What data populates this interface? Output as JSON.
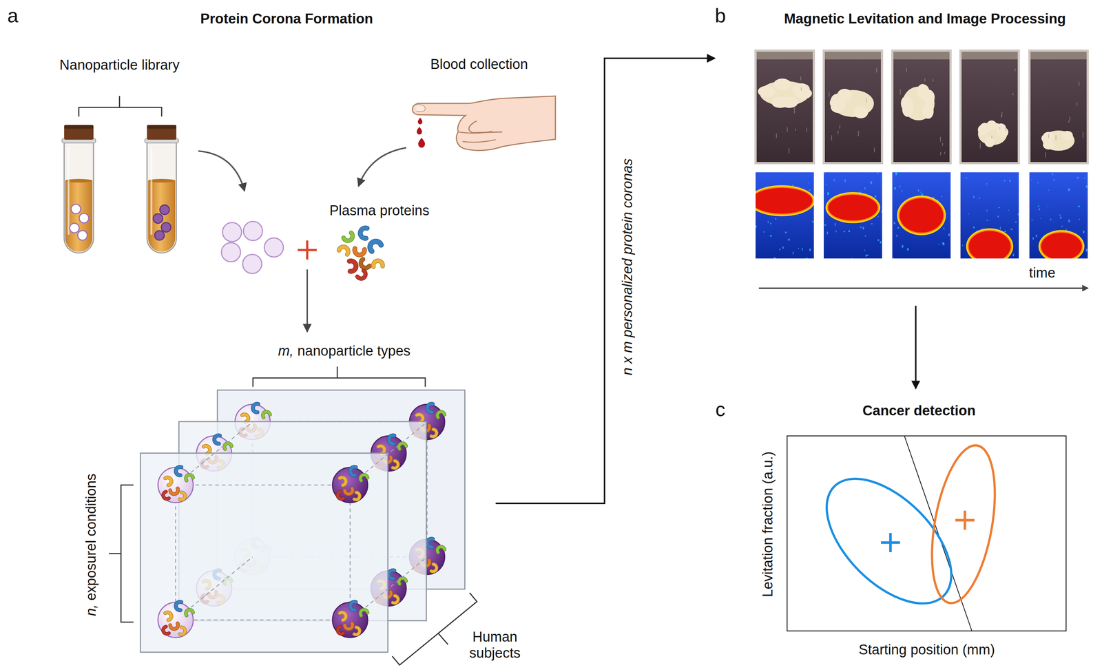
{
  "diagram": {
    "nodes": [
      {
        "text": [
          "m, nanoparticle types",
          "n, exposurel conditions",
          "Human subjects"
        ]
      },
      {
        "text": [
          "Magnetic Levitation and Image Processing"
        ]
      },
      {
        "text": [
          "Cancer detection",
          "Levitation fraction (a.u.)",
          "Starting position (mm)"
        ]
      }
    ],
    "edges": [
      {
        "from": 0,
        "to": 1,
        "arrow": "to",
        "label": "n x m personalized protein coronas"
      },
      {
        "from": 1,
        "to": 2,
        "arrow": "to"
      }
    ],
    "labels": [
      "a",
      "Protein Corona Formation",
      "Nanoparticle library",
      "Blood collection",
      "Plasma proteins",
      "b",
      "time",
      "c"
    ]
  }
}
